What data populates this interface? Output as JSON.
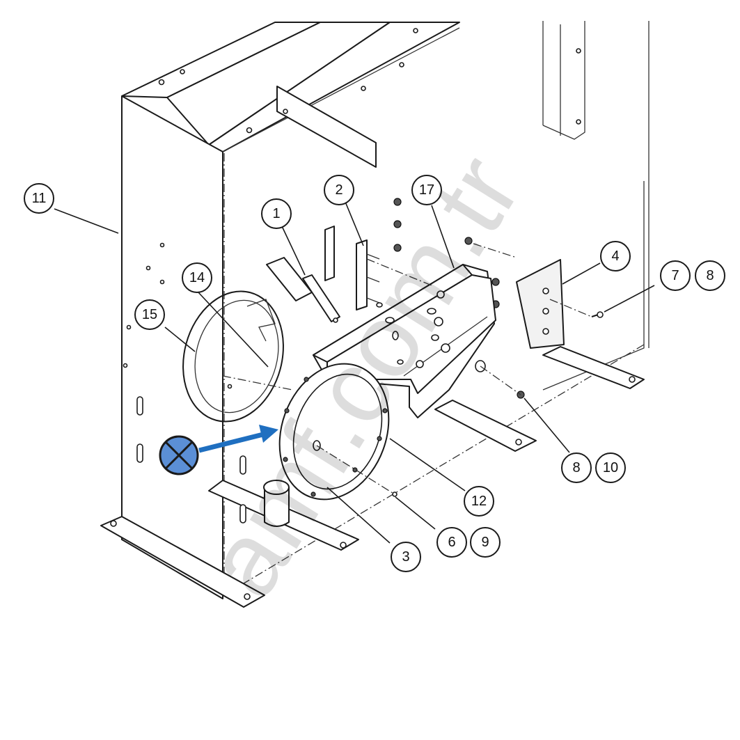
{
  "diagram": {
    "watermark": "amf.com.tr",
    "marker_icon": "crossed-circle-icon",
    "marker_color": "#5b8fd6",
    "arrow_color": "#1f6fc0",
    "callouts": [
      {
        "id": "c11",
        "label": "11"
      },
      {
        "id": "c2",
        "label": "2"
      },
      {
        "id": "c17",
        "label": "17"
      },
      {
        "id": "c1",
        "label": "1"
      },
      {
        "id": "c14",
        "label": "14"
      },
      {
        "id": "c4",
        "label": "4"
      },
      {
        "id": "c7",
        "label": "7"
      },
      {
        "id": "c8a",
        "label": "8"
      },
      {
        "id": "c15",
        "label": "15"
      },
      {
        "id": "c8b",
        "label": "8"
      },
      {
        "id": "c10",
        "label": "10"
      },
      {
        "id": "c12",
        "label": "12"
      },
      {
        "id": "c6",
        "label": "6"
      },
      {
        "id": "c9",
        "label": "9"
      },
      {
        "id": "c3",
        "label": "3"
      }
    ]
  }
}
